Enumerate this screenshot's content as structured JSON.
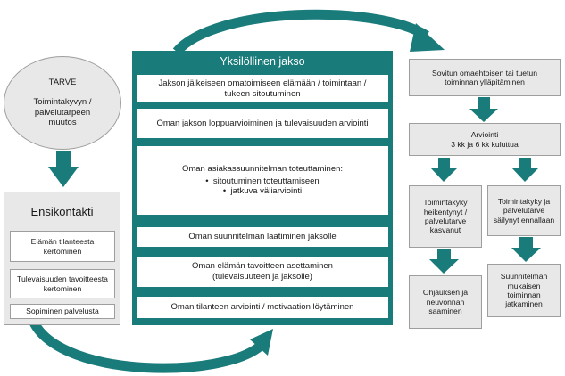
{
  "tarve": {
    "title": "TARVE",
    "text": "Toimintakyvyn / palvelutarpeen muutos"
  },
  "ensikontakti": {
    "title": "Ensikontakti",
    "items": [
      "Elämän tilanteesta kertominen",
      "Tulevaisuuden tavoitteesta kertominen",
      "Sopiminen palvelusta"
    ]
  },
  "jakso": {
    "title": "Yksilöllinen jakso",
    "items": [
      "Jakson jälkeiseen omatoimiseen elämään / toimintaan / tukeen sitoutuminen",
      "Oman jakson loppuarvioiminen ja tulevaisuuden arviointi",
      "Oman asiakassuunnitelman toteuttaminen:",
      "Oman suunnitelman laatiminen jaksolle",
      "Oman elämän tavoitteen asettaminen (tulevaisuuteen ja jaksolle)",
      "Oman tilanteen arviointi / motivaation löytäminen"
    ],
    "subitems": [
      "sitoutuminen toteuttamiseen",
      "jatkuva väliarviointi"
    ]
  },
  "right": {
    "sovitun": "Sovitun omaehtoisen tai tuetun toiminnan ylläpitäminen",
    "arviointi_title": "Arviointi",
    "arviointi_sub": "3 kk ja 6 kk kuluttua",
    "heikentynyt": "Toimintakyky heikentynyt / palvelutarve kasvanut",
    "sailynyt": "Toimintakyky ja palvelutarve säilynyt ennallaan",
    "ohjaus": "Ohjauksen ja neuvonnan saaminen",
    "jatkaminen": "Suunnitelman mukaisen toiminnan jatkaminen"
  },
  "colors": {
    "teal": "#1a7b7b",
    "gray": "#e8e8e8",
    "border": "#9e9e9e"
  }
}
